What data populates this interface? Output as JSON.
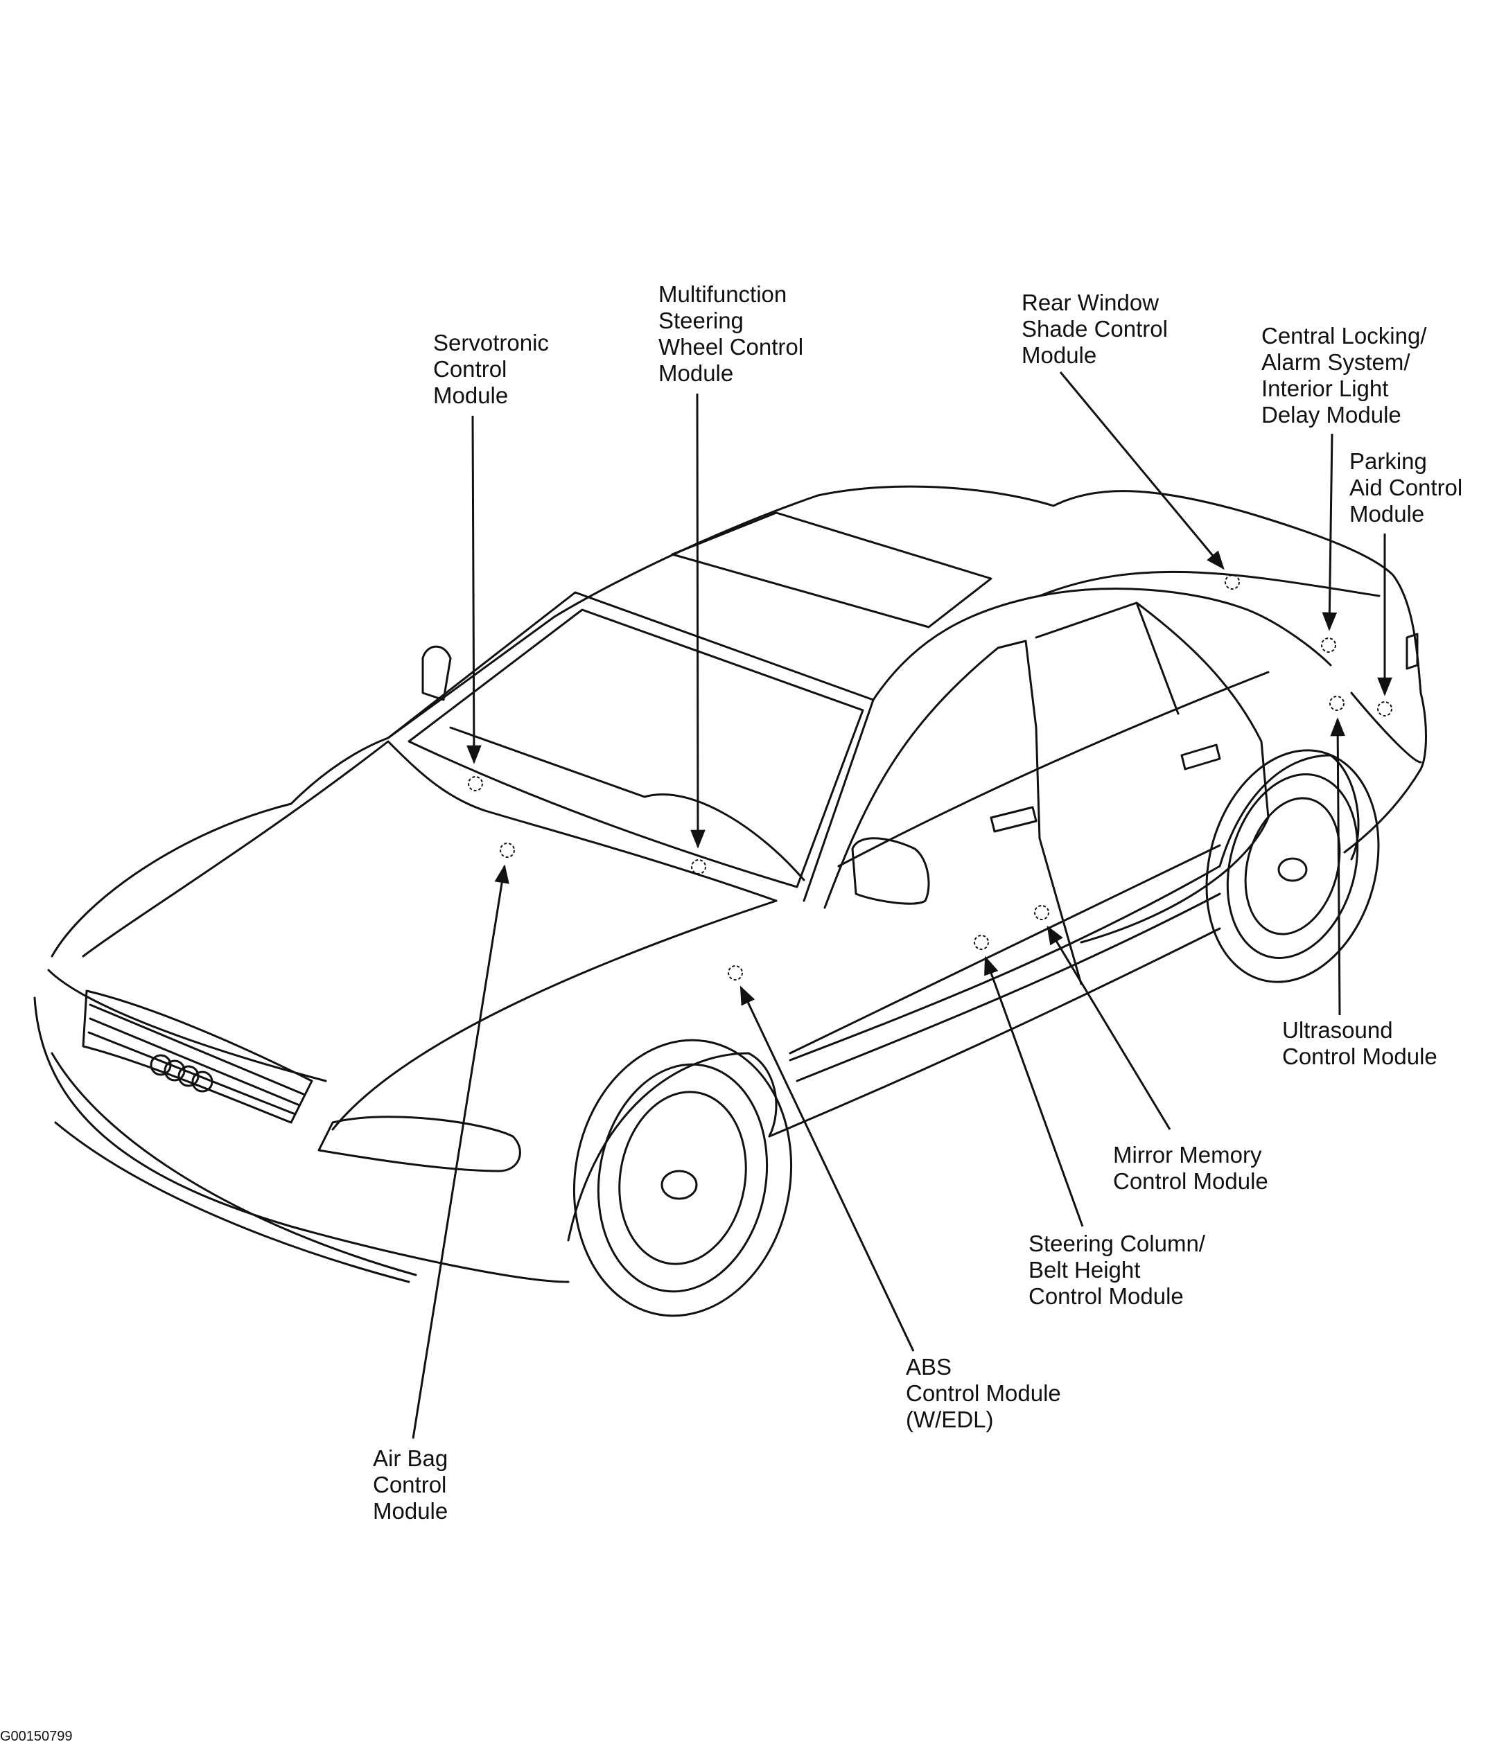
{
  "figure_id": "G00150799",
  "colors": {
    "ink": "#111111",
    "background": "#ffffff"
  },
  "callouts": [
    {
      "key": "servotronic",
      "lines": [
        "Servotronic",
        "Control",
        "Module"
      ]
    },
    {
      "key": "multifunction",
      "lines": [
        "Multifunction",
        "Steering",
        "Wheel Control",
        "Module"
      ]
    },
    {
      "key": "rear-window-shade",
      "lines": [
        "Rear Window",
        "Shade Control",
        "Module"
      ]
    },
    {
      "key": "central-locking",
      "lines": [
        "Central Locking/",
        "Alarm System/",
        "Interior Light",
        "Delay Module"
      ]
    },
    {
      "key": "parking-aid",
      "lines": [
        "Parking",
        "Aid Control",
        "Module"
      ]
    },
    {
      "key": "ultrasound",
      "lines": [
        "Ultrasound",
        "Control Module"
      ]
    },
    {
      "key": "mirror-memory",
      "lines": [
        "Mirror Memory",
        "Control Module"
      ]
    },
    {
      "key": "steering-column",
      "lines": [
        "Steering Column/",
        "Belt Height",
        "Control Module"
      ]
    },
    {
      "key": "abs",
      "lines": [
        "ABS",
        "Control Module",
        "(W/EDL)"
      ]
    },
    {
      "key": "air-bag",
      "lines": [
        "Air Bag",
        "Control",
        "Module"
      ]
    }
  ]
}
